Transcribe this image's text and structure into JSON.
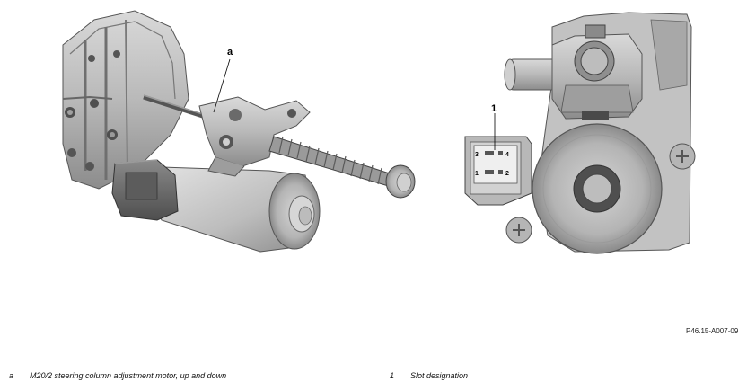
{
  "callouts": {
    "a": "a",
    "one": "1"
  },
  "connector_pins": [
    "3",
    "4",
    "1",
    "2"
  ],
  "reference_code": "P46.15-A007-09",
  "legend": [
    {
      "key": "a",
      "text": "M20/2 steering column adjustment motor, up and down"
    },
    {
      "key": "1",
      "text": "Slot designation"
    }
  ]
}
